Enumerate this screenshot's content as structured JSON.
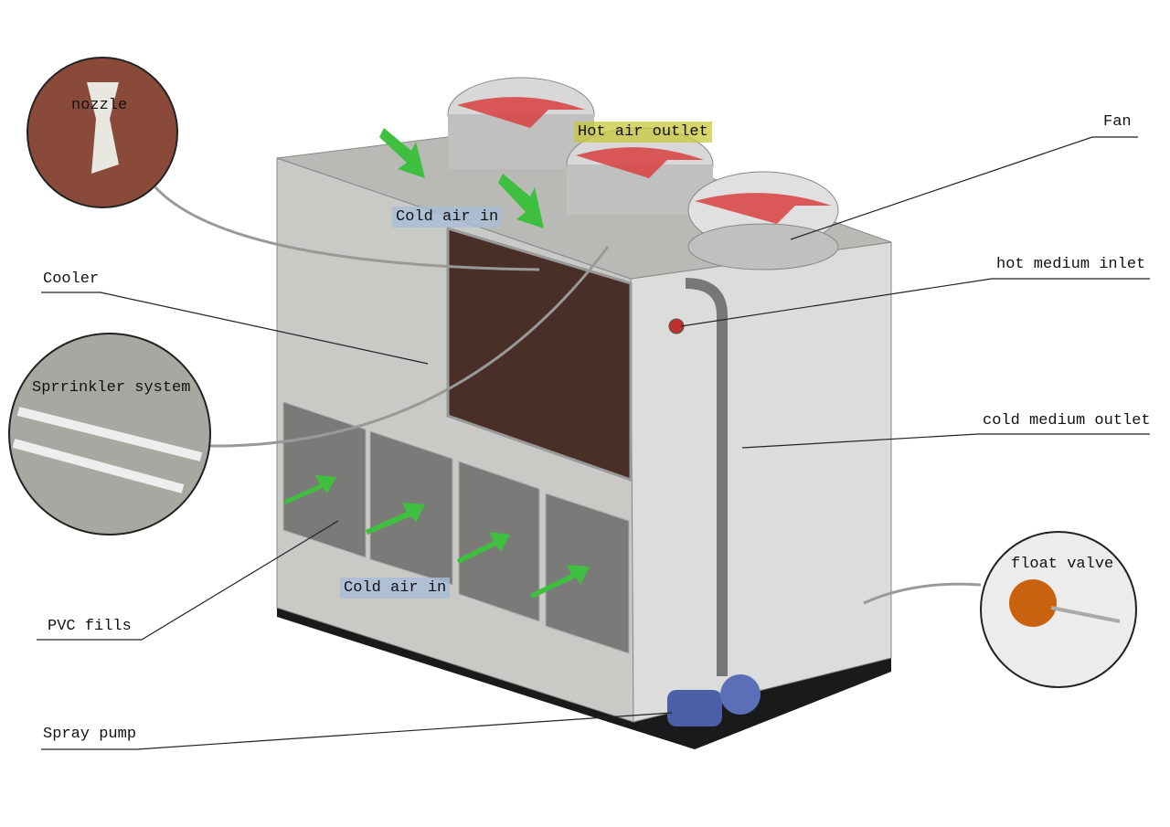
{
  "labels": {
    "nozzle": "nozzle",
    "hot_air_outlet": "Hot air outlet",
    "fan": "Fan",
    "cold_air_in_top": "Cold air in",
    "cooler": "Cooler",
    "hot_medium_inlet": "hot medium inlet",
    "sprinkler_system": "Sprrinkler system",
    "cold_medium_outlet": "cold medium outlet",
    "cold_air_in_bottom": "Cold air in",
    "pvc_fills": "PVC fills",
    "float_valve": "float valve",
    "spray_pump": "Spray pump"
  },
  "colors": {
    "unit": "#c9c9c6",
    "coil": "#4a2e28",
    "air_arrow_green": "#3fbf3f",
    "hot_arrow_red": "#d94040",
    "pump_blue": "#4a5fa8",
    "float_ball": "#c8620e"
  }
}
